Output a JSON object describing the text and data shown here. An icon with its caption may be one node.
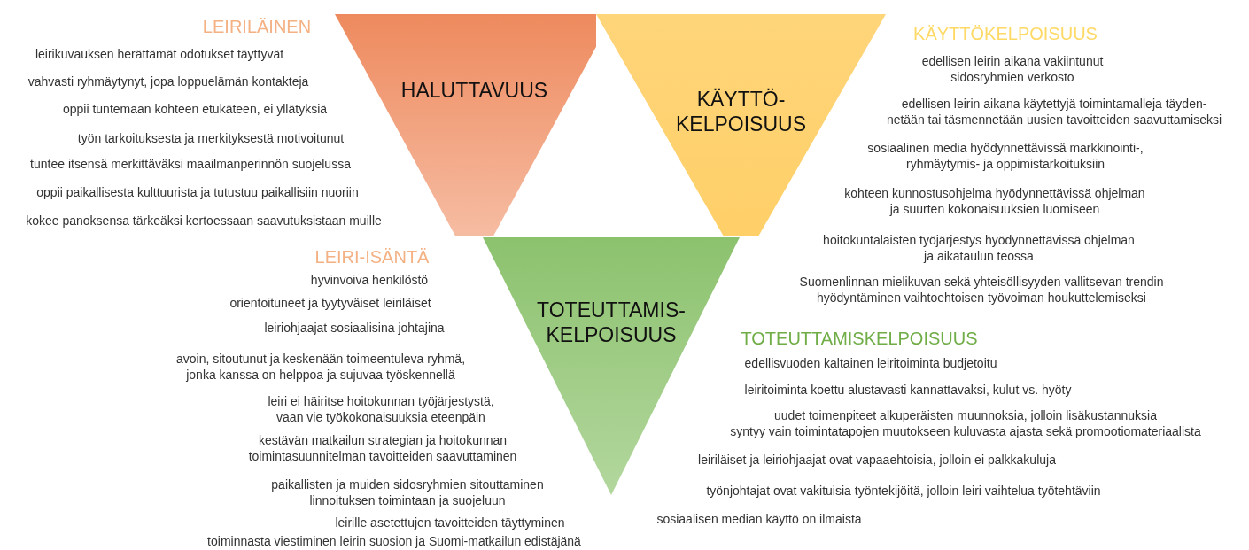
{
  "diagram": {
    "nodes": [
      {
        "text": [
          "HALUTTAVUUS"
        ]
      },
      {
        "text": [
          "KÄYTTÖ- KELPOISUUS"
        ]
      },
      {
        "text": [
          "TOTEUTTAMIS- KELPOISUUS"
        ]
      }
    ],
    "labels": [
      "LEIRILÄINEN",
      "leirikuvauksen herättämät odotukset täyttyvät",
      "vahvasti ryhmäytynyt, jopa loppuelämän kontakteja",
      "oppii tuntemaan kohteen etukäteen, ei yllätyksiä",
      "työn tarkoituksesta ja merkityksestä motivoitunut",
      "tuntee itsensä merkittäväksi maailmanperinnön suojelussa",
      "oppii paikallisesta kulttuurista ja tutustuu paikallisiin nuoriin",
      "kokee panoksensa tärkeäksi kertoessaan saavutuksistaan muille",
      "KÄYTTÖKELPOISUUS",
      "edellisen leirin aikana vakiintunut sidosryhmien verkosto",
      "edellisen leirin aikana käytettyjä toimintamalleja täyden- netään tai täsmennetään uusien tavoitteiden saavuttamiseksi",
      "sosiaalinen media hyödynnettävissä markkinointi-, ryhmäytymis- ja oppimistarkoituksiin",
      "kohteen kunnostusohjelma hyödynnettävissä ohjelman ja suurten kokonaisuuksien luomiseen",
      "hoitokuntalaisten työjärjestys hyödynnettävissä ohjelman ja aikataulun teossa",
      "Suomenlinnan mielikuvan sekä yhteisöllisyyden vallitsevan trendin hyödyntäminen vaihtoehtoisen työvoiman houkuttelemiseksi",
      "LEIRI-ISÄNTÄ",
      "hyvinvoiva henkilöstö",
      "orientoituneet ja tyytyväiset leiriläiset",
      "leiriohjaajat sosiaalisina johtajina",
      "avoin, sitoutunut ja keskenään toimeentuleva ryhmä, jonka kanssa on helppoa ja sujuvaa työskennellä",
      "leiri ei häiritse hoitokunnan työjärjestystä, vaan vie työkokonaisuuksia eteenpäin",
      "kestävän matkailun strategian ja hoitokunnan toimintasuunnitelman tavoitteiden saavuttaminen",
      "paikallisten ja muiden sidosryhmien sitouttaminen linnoituksen toimintaan ja suojeluun",
      "leirille asetettujen tavoitteiden täyttyminen",
      "toiminnasta viestiminen leirin suosion ja Suomi-matkailun edistäjänä",
      "TOTEUTTAMISKELPOISUUS",
      "edellisvuoden kaltainen leiritoiminta budjetoitu",
      "leiritoiminta koettu alustavasti kannattavaksi, kulut vs. hyöty",
      "uudet toimenpiteet alkuperäisten muunnoksia, jolloin lisäkustannuksia syntyy vain toimintatapojen muutokseen kuluvasta ajasta sekä promootiomateriaalista",
      "leiriläiset ja leiriohjaajat ovat vapaaehtoisia, jolloin ei palkkakuluja",
      "työnjohtajat ovat vakituisia työntekijöitä, jolloin leiri vaihtelua työtehtäviin",
      "sosiaalisen median käyttö on ilmaista"
    ]
  }
}
